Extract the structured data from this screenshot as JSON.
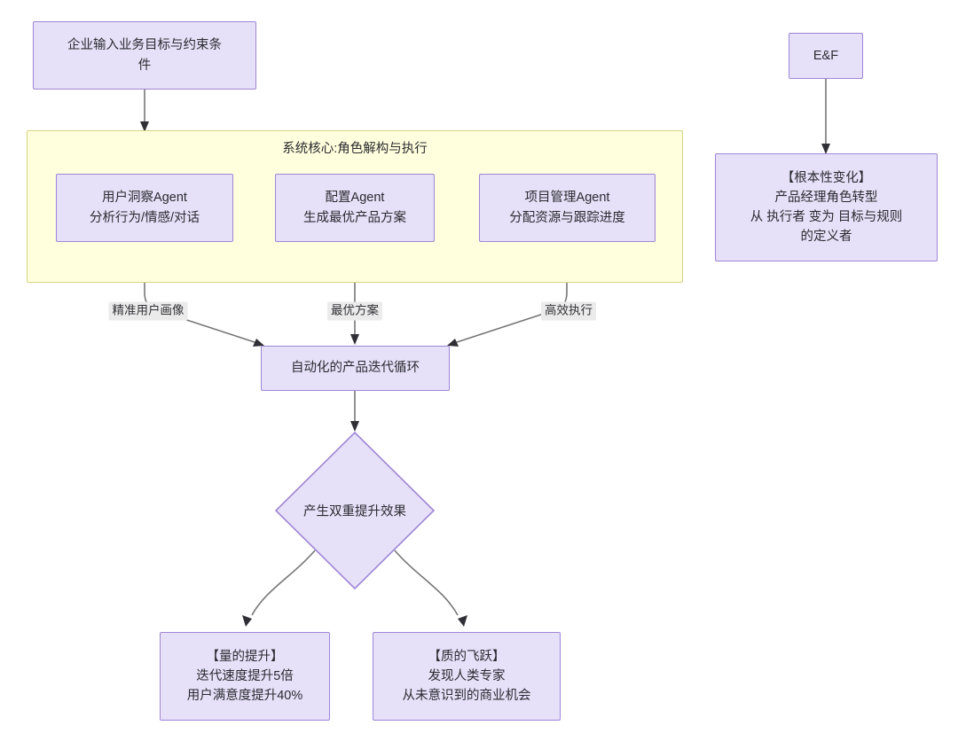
{
  "diagram": {
    "type": "flowchart",
    "title": "",
    "nodes": {
      "input": {
        "lines": [
          "企业输入业务目标与约束条",
          "件"
        ]
      },
      "subgraph_core": {
        "title": "系统核心:角色解构与执行"
      },
      "agent_user_insight": {
        "lines": [
          "用户洞察Agent",
          "分析行为/情感/对话"
        ]
      },
      "agent_config": {
        "lines": [
          "配置Agent",
          "生成最优产品方案"
        ]
      },
      "agent_project": {
        "lines": [
          "项目管理Agent",
          "分配资源与跟踪进度"
        ]
      },
      "cycle": {
        "lines": [
          "自动化的产品迭代循环"
        ]
      },
      "effect_diamond": {
        "lines": [
          "产生双重提升效果"
        ]
      },
      "quantity": {
        "lines": [
          "【量的提升】",
          "迭代速度提升5倍",
          "用户满意度提升40%"
        ]
      },
      "quality": {
        "lines": [
          "【质的飞跃】",
          "发现人类专家",
          "从未意识到的商业机会"
        ]
      },
      "ef": {
        "lines": [
          "E&F"
        ]
      },
      "fundamental_change": {
        "lines": [
          "【根本性变化】",
          "产品经理角色转型",
          "从 执行者 变为 目标与规则",
          "的定义者"
        ]
      }
    },
    "edge_labels": {
      "precise_profile": "精准用户画像",
      "optimal_plan": "最优方案",
      "efficient_exec": "高效执行"
    },
    "colors": {
      "node_fill": "#e6e0f8",
      "node_border": "#9e86d6",
      "subgraph_fill": "#ffffdd",
      "subgraph_border": "#d4d487",
      "edge_stroke": "#777777",
      "arrow_head": "#2f2f35",
      "edge_label_bg": "#ebebeb",
      "text": "#2b2b31",
      "background": "#ffffff"
    }
  }
}
